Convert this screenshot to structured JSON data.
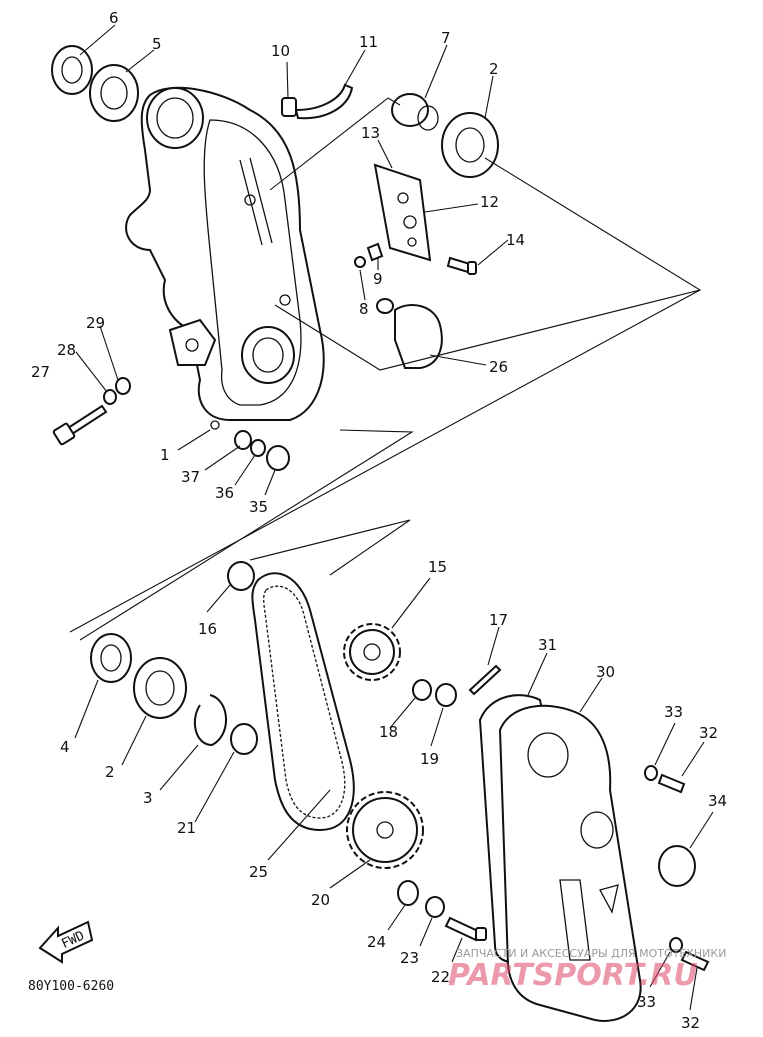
{
  "diagram": {
    "code": "80Y100-6260",
    "fwd_label": "FWD",
    "watermark_small": "ЗАПЧАСТИ И АКСЕССУАРЫ ДЛЯ МОТОТЕХНИКИ",
    "watermark_big": "PARTSPORT.RU",
    "callouts": {
      "p1": "1",
      "p2a": "2",
      "p2b": "2",
      "p3": "3",
      "p4": "4",
      "p5": "5",
      "p6": "6",
      "p7": "7",
      "p8": "8",
      "p9": "9",
      "p10": "10",
      "p11": "11",
      "p12": "12",
      "p13": "13",
      "p14": "14",
      "p15": "15",
      "p16": "16",
      "p17": "17",
      "p18": "18",
      "p19": "19",
      "p20": "20",
      "p21": "21",
      "p22": "22",
      "p23": "23",
      "p24": "24",
      "p25": "25",
      "p26": "26",
      "p27": "27",
      "p28": "28",
      "p29": "29",
      "p30": "30",
      "p31": "31",
      "p32a": "32",
      "p32b": "32",
      "p33a": "33",
      "p33b": "33",
      "p34": "34",
      "p35": "35",
      "p36": "36",
      "p37": "37"
    }
  }
}
